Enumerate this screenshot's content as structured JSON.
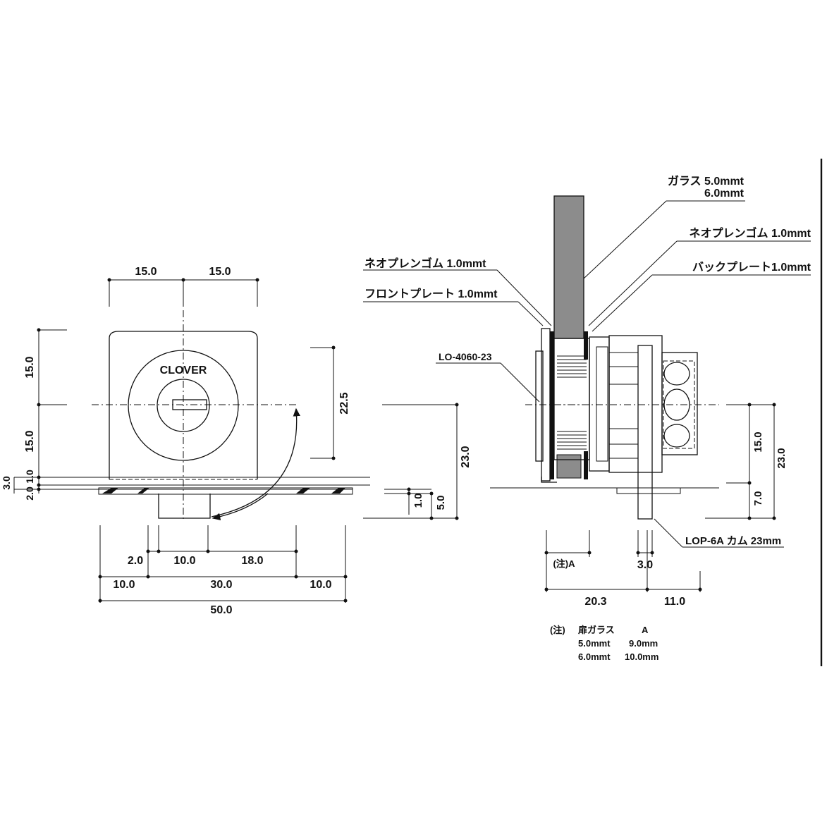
{
  "colors": {
    "line": "#111111",
    "glass": "#8c8c8c",
    "background": "#ffffff"
  },
  "front_view": {
    "brand": "CLOVER",
    "dim_top_left": "15.0",
    "dim_top_right": "15.0",
    "dim_left_upper": "15.0",
    "dim_left_lower": "15.0",
    "dim_left_3": "3.0",
    "dim_left_1": "1.0",
    "dim_left_2": "2.0",
    "dim_right_22": "22.5",
    "dim_right_23": "23.0",
    "dim_right_1": "1.0",
    "dim_right_5": "5.0",
    "dim_b1_2": "2.0",
    "dim_b1_10": "10.0",
    "dim_b1_18": "18.0",
    "dim_b2_10a": "10.0",
    "dim_b2_30": "30.0",
    "dim_b2_10b": "10.0",
    "dim_b3_50": "50.0"
  },
  "side_view": {
    "label_glass_1": "ガラス 5.0mmt",
    "label_glass_2": "6.0mmt",
    "label_neo_right": "ネオプレンゴム 1.0mmt",
    "label_back_plate": "バックプレート1.0mmt",
    "label_neo_left": "ネオプレンゴム 1.0mmt",
    "label_front_plate": "フロントプレート 1.0mmt",
    "label_part": "LO-4060-23",
    "label_cam": "LOP-6A カム 23mm",
    "dim_right_15": "15.0",
    "dim_right_23": "23.0",
    "dim_right_7": "7.0",
    "dim_note_a": "(注)A",
    "dim_3": "3.0",
    "dim_20": "20.3",
    "dim_11": "11.0"
  },
  "note_table": {
    "header_note": "(注)",
    "header_glass": "扉ガラス",
    "header_a": "A",
    "row1_glass": "5.0mmt",
    "row1_a": "9.0mm",
    "row2_glass": "6.0mmt",
    "row2_a": "10.0mm"
  }
}
